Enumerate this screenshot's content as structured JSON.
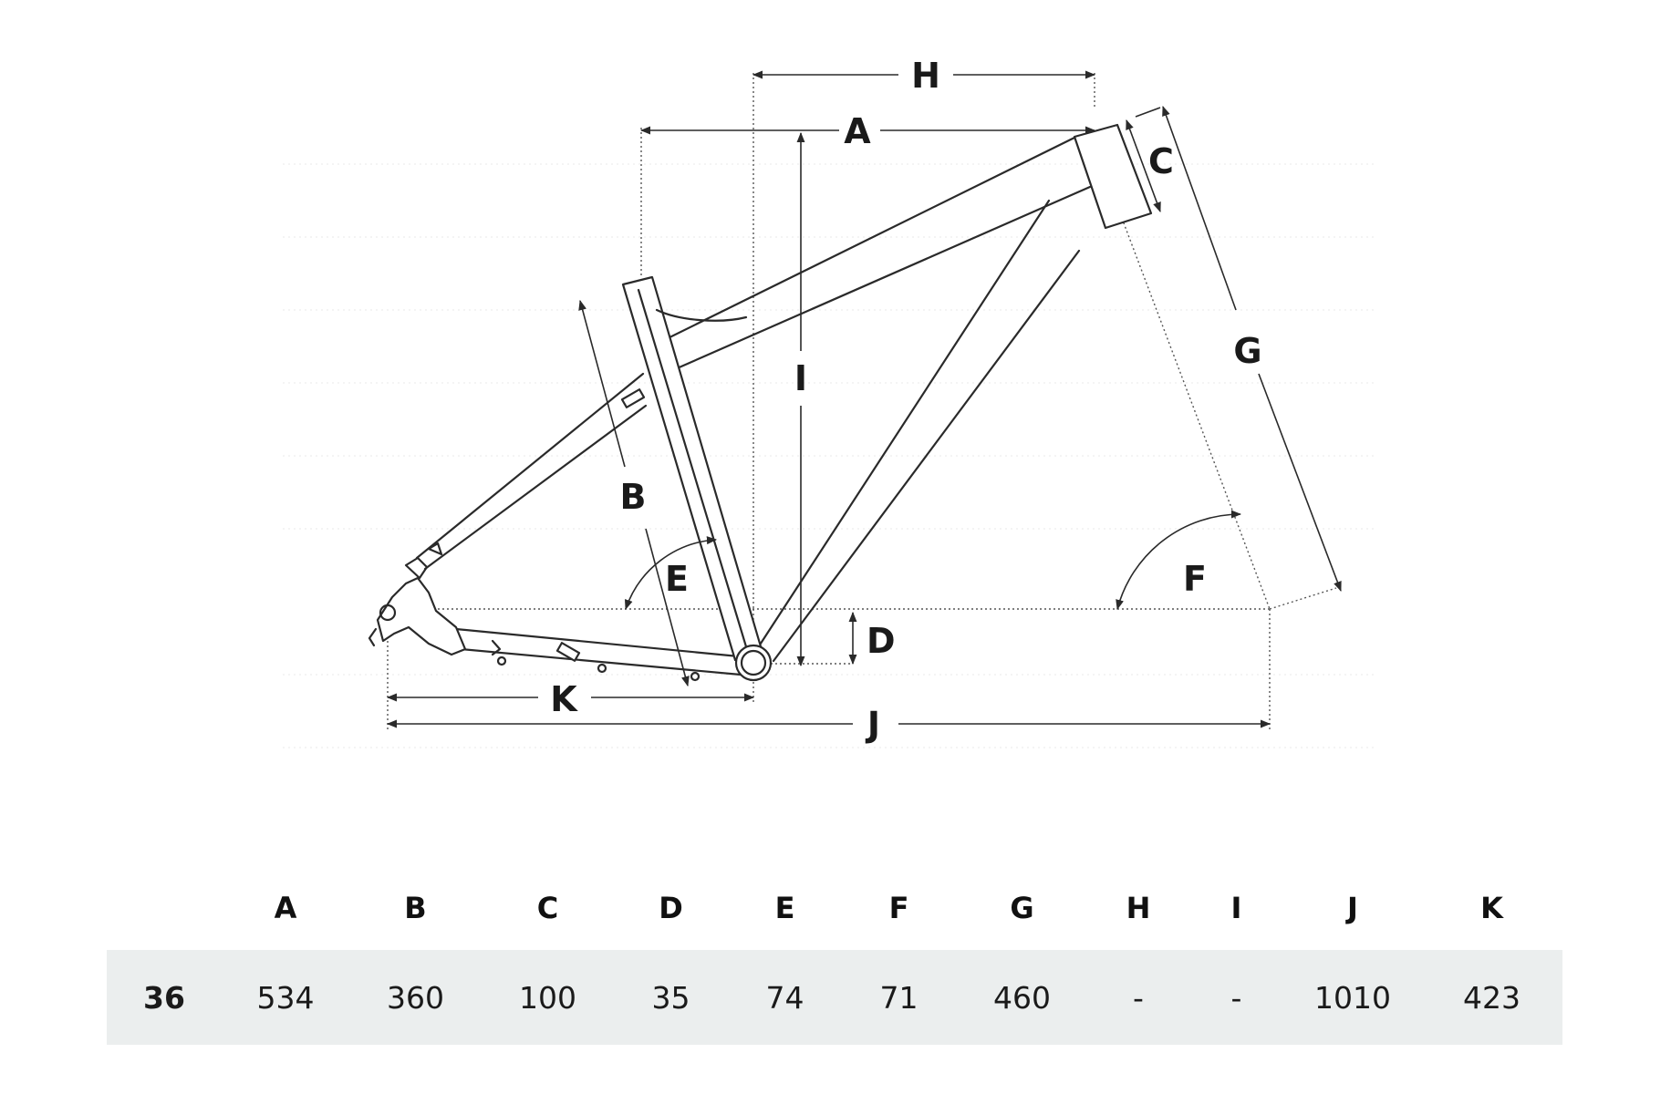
{
  "diagram": {
    "labels": {
      "A": "A",
      "B": "B",
      "C": "C",
      "D": "D",
      "E": "E",
      "F": "F",
      "G": "G",
      "H": "H",
      "I": "I",
      "J": "J",
      "K": "K"
    }
  },
  "table": {
    "columns": [
      "",
      "A",
      "B",
      "C",
      "D",
      "E",
      "F",
      "G",
      "H",
      "I",
      "J",
      "K"
    ],
    "rows": [
      {
        "size": "36",
        "values": [
          "534",
          "360",
          "100",
          "35",
          "74",
          "71",
          "460",
          "-",
          "-",
          "1010",
          "423"
        ]
      }
    ]
  },
  "colors": {
    "line": "#2a2a2a",
    "row_background": "#ebeeee"
  }
}
